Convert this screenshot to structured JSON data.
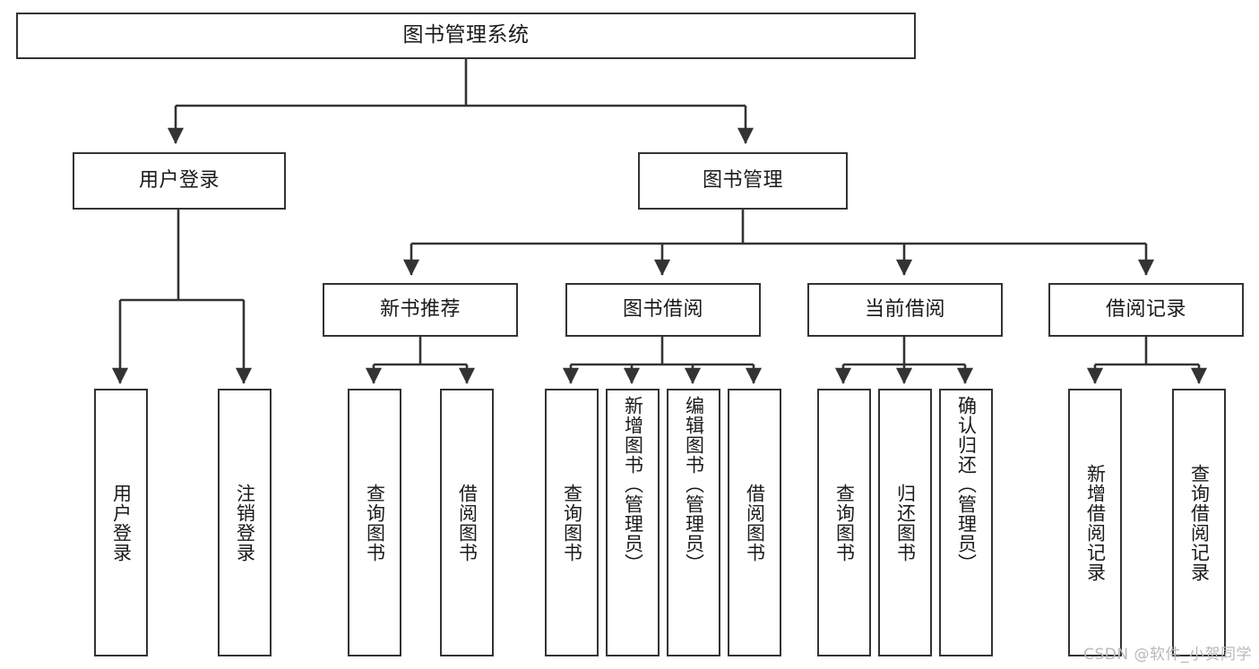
{
  "diagram": {
    "type": "tree-hierarchy-chart",
    "title": "图书管理系统",
    "background_color": "#ffffff",
    "line_color": "#333333",
    "text_color": "#1a1a1a",
    "watermark": "CSDN @软件_小贺同学",
    "watermark_color": "#b9b9b9"
  },
  "nodes": {
    "root": {
      "label": "图书管理系统"
    },
    "level1": [
      {
        "id": "user-login",
        "label": "用户登录"
      },
      {
        "id": "book-manage",
        "label": "图书管理"
      }
    ],
    "level2": [
      {
        "id": "new-book-recommend",
        "label": "新书推荐"
      },
      {
        "id": "book-borrow",
        "label": "图书借阅"
      },
      {
        "id": "current-borrow",
        "label": "当前借阅"
      },
      {
        "id": "borrow-record",
        "label": "借阅记录"
      }
    ],
    "leaves": {
      "user_login": [
        {
          "id": "leaf-user-login",
          "label": "用户登录"
        },
        {
          "id": "leaf-logout-login",
          "label": "注销登录"
        }
      ],
      "new_book_recommend": [
        {
          "id": "leaf-query-book-1",
          "label": "查询图书"
        },
        {
          "id": "leaf-borrow-book-1",
          "label": "借阅图书"
        }
      ],
      "book_borrow": [
        {
          "id": "leaf-query-book-2",
          "label": "查询图书"
        },
        {
          "id": "leaf-add-book",
          "label": "新增图书（管理员）"
        },
        {
          "id": "leaf-edit-book",
          "label": "编辑图书（管理员）"
        },
        {
          "id": "leaf-borrow-book-2",
          "label": "借阅图书"
        }
      ],
      "current_borrow": [
        {
          "id": "leaf-query-book-3",
          "label": "查询图书"
        },
        {
          "id": "leaf-return-book",
          "label": "归还图书"
        },
        {
          "id": "leaf-confirm-return",
          "label": "确认归还（管理员）"
        }
      ],
      "borrow_record": [
        {
          "id": "leaf-add-record",
          "label": "新增借阅记录"
        },
        {
          "id": "leaf-query-record",
          "label": "查询借阅记录"
        }
      ]
    }
  }
}
